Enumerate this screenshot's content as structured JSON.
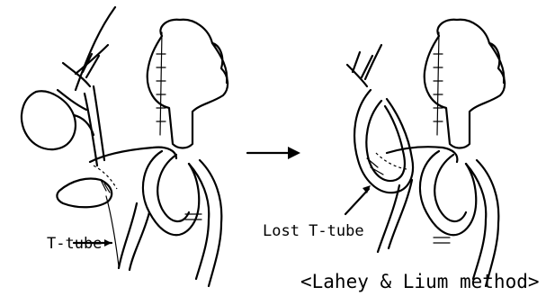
{
  "labels": {
    "t_tube": "T-tube",
    "lost_t_tube": "Lost T-tube",
    "method": "<Lahey & Lium method>"
  },
  "colors": {
    "ink": "#000000",
    "background": "#ffffff"
  }
}
